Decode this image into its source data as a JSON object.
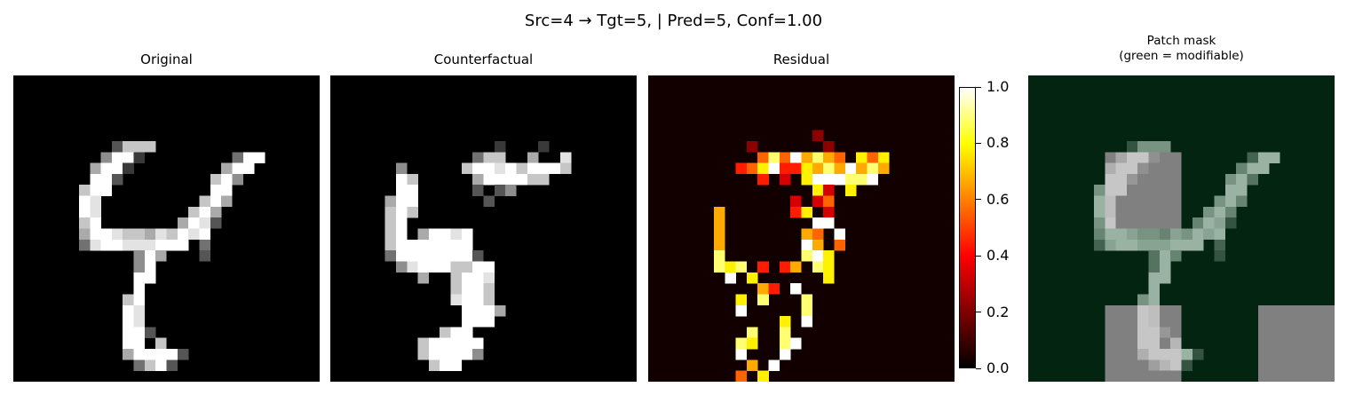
{
  "figure": {
    "suptitle": "Src=4 → Tgt=5, | Pred=5, Conf=1.00"
  },
  "panels": {
    "original": {
      "title": "Original"
    },
    "counterfactual": {
      "title": "Counterfactual"
    },
    "residual": {
      "title": "Residual"
    },
    "mask": {
      "title_line1": "Patch mask",
      "title_line2": "(green = modifiable)"
    }
  },
  "colormaps": {
    "grayscale": [
      "#000000",
      "#ffffff"
    ],
    "residual": [
      "#000000",
      "#800000",
      "#ff0000",
      "#ff8000",
      "#ffff00",
      "#ffffff"
    ],
    "mask_green": "#022411",
    "mask_gray": "#808080"
  },
  "chart_data": {
    "type": "heatmap",
    "grid_size": 28,
    "images": {
      "original": [
        "............................",
        "............................",
        "............................",
        "............................",
        "............................",
        "............................",
        ".........3777...............",
        "........5992........499.....",
        ".......6992........699......",
        ".......993........795.......",
        "......799.........99........",
        "......98.........796........",
        "......98........796.........",
        "......79.......6983.........",
        "......699877687989..........",
        "......4899888999.4..........",
        "...........596...3..........",
        "...........59...............",
        "...........99...............",
        "...........9................",
        "..........79................",
        "..........98................",
        "..........98................",
        "..........993...............",
        "..........99.7..............",
        "..........699993............",
        "...........4793.............",
        "............................"
      ],
      "counterfactual": [
        "............................",
        "............................",
        "............................",
        "............................",
        "............................",
        "............................",
        "...............2...2........",
        ".............477..6..8......",
        "......5.....7998979997......",
        "......97.....6999977........",
        "......99.....3.35...........",
        ".....699......3.............",
        ".....797....................",
        ".....79.....................",
        ".....79.69989...............",
        ".....79999999...............",
        ".....499999993..............",
        "......589997799.............",
        "........6..7998.............",
        "...........7997.............",
        "...........8997.............",
        "............9996............",
        "............999.............",
        "..........799...............",
        "........799999..............",
        "........799995..............",
        ".........799................",
        "............................"
      ],
      "residual": [
        "............................",
        "............................",
        "............................",
        "............................",
        "............................",
        "...............2............",
        ".........2......2...........",
        "..........58596865.757......",
        "........45794476869686......",
        "..........4.3.7999889.......",
        "...............73.7.........",
        ".............3.35...........",
        "......6......47.3...........",
        "......6........99...........",
        "......6.......65.9..........",
        "......6.......96.5..........",
        "......8.......897...........",
        "......878.4.46.87...........",
        ".......9.7......7...........",
        "..........64.9..............",
        "........7.8...8.............",
        "........9.....8.............",
        "............7.9.............",
        ".........8..8...............",
        "........87..89..............",
        "........9...9...............",
        ".........6.9................",
        "........5.7.................",
        "........5..................."
      ]
    },
    "mask": {
      "gray_patches": [
        {
          "rows": [
            7,
            13
          ],
          "cols": [
            7,
            13
          ]
        },
        {
          "rows": [
            21,
            27
          ],
          "cols": [
            7,
            13
          ]
        },
        {
          "rows": [
            21,
            27
          ],
          "cols": [
            21,
            27
          ]
        }
      ],
      "underlay": "original"
    },
    "colorbar": {
      "range": [
        0.0,
        1.0
      ],
      "ticks": [
        0.0,
        0.2,
        0.4,
        0.6,
        0.8,
        1.0
      ],
      "tick_labels": [
        "0.0",
        "0.2",
        "0.4",
        "0.6",
        "0.8",
        "1.0"
      ]
    }
  }
}
